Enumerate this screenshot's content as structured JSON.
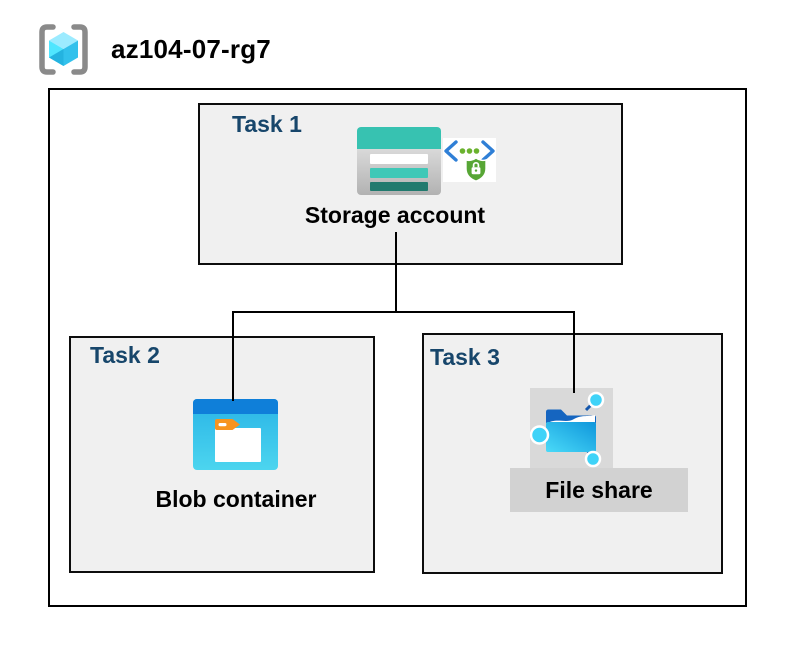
{
  "title": "az104-07-rg7",
  "tasks": [
    {
      "label": "Task 1",
      "resource": "Storage account"
    },
    {
      "label": "Task 2",
      "resource": "Blob container"
    },
    {
      "label": "Task 3",
      "resource": "File share"
    }
  ],
  "icons": {
    "resource_group": "resource-group-icon",
    "storage_account": "storage-account-icon",
    "secure_endpoint": "secure-endpoint-lock-icon",
    "blob_container": "blob-container-icon",
    "file_share": "file-share-icon"
  },
  "colors": {
    "task_label_blue": "#17466B",
    "task_box_fill": "#F0F0F0",
    "outline_black": "#000000",
    "storage_teal": "#37C2B1",
    "storage_teal_dark": "#217A6E",
    "blob_header_blue": "#0F7FD9",
    "blob_body_cyan": "#35C6EA",
    "blob_tab_orange": "#F7941E",
    "file_share_flap_blue": "#1565C0",
    "file_share_node_cyan": "#3FD3F8",
    "security_shield_green": "#57A635",
    "security_bracket_blue": "#2F7FD6",
    "icon_backdrop_gray": "#D9D9D9",
    "label_band_gray": "#D2D2D2",
    "rg_bracket_gray": "#8A8A8A",
    "rg_cube_cyan": "#50E6FF"
  }
}
